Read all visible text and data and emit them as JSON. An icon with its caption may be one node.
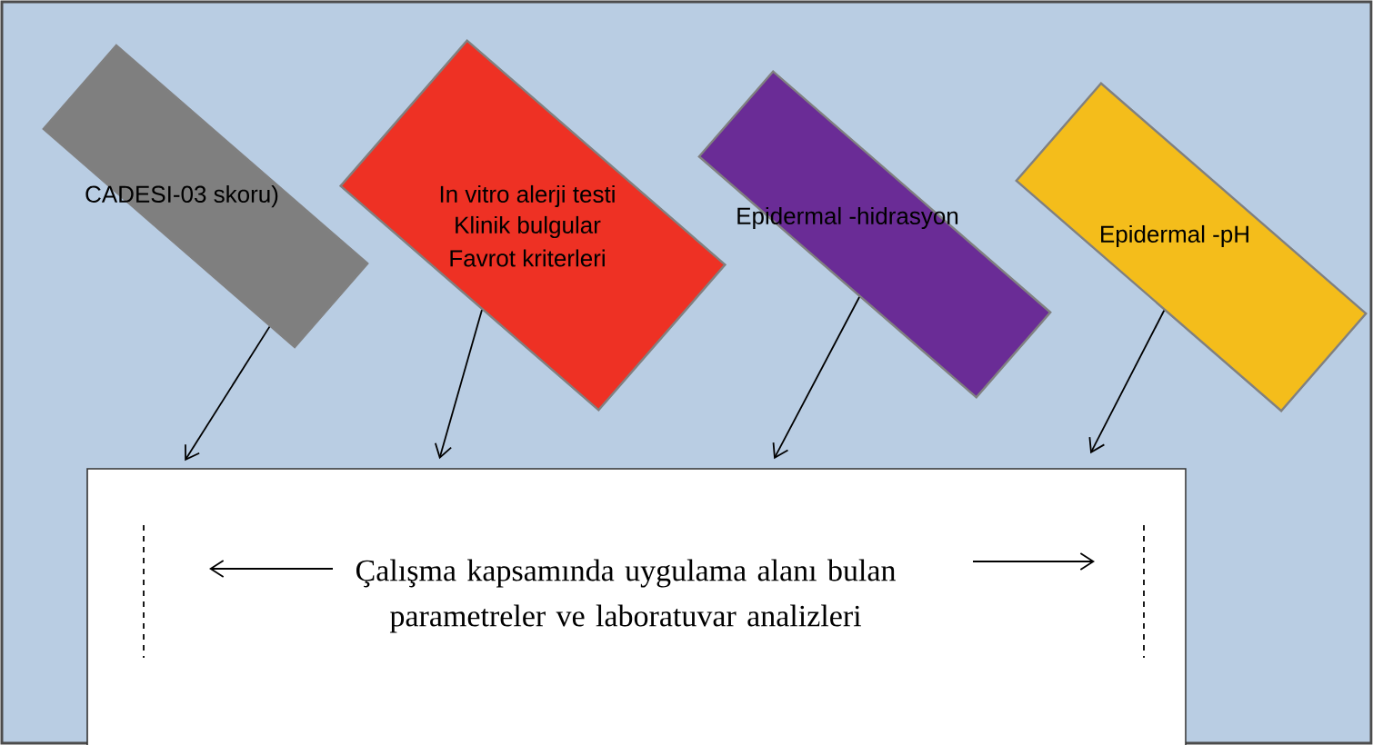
{
  "diagram": {
    "nodes": [
      {
        "text": [
          "CADESI-03 skoru)"
        ]
      },
      {
        "text": [
          "In vitro alerji testi",
          "Klinik bulgular",
          "Favrot kriterleri"
        ]
      },
      {
        "text": [
          "Epidermal -hidrasyon"
        ]
      },
      {
        "text": [
          "Epidermal -pH"
        ]
      },
      {
        "text": [
          "Çalışma kapsamında uygulama alanı bulan parametreler ve laboratuvar analizleri"
        ]
      }
    ],
    "edges": [
      {
        "from": 0,
        "to": 4,
        "arrow": "to"
      },
      {
        "from": 1,
        "to": 4,
        "arrow": "to"
      },
      {
        "from": 2,
        "to": 4,
        "arrow": "to"
      },
      {
        "from": 3,
        "to": 4,
        "arrow": "to"
      }
    ]
  }
}
